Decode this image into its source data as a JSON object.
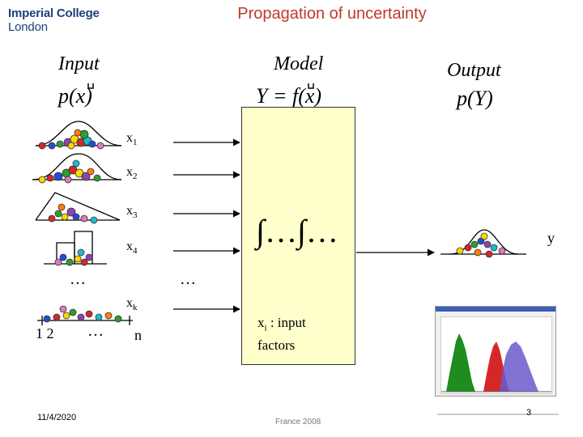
{
  "header": {
    "logo_line1": "Imperial College",
    "logo_line2": "London",
    "title": "Propagation of uncertainty"
  },
  "columns": {
    "input": "Input",
    "model": "Model",
    "output": "Output"
  },
  "formulas": {
    "input": "p(x)",
    "model": "Y = f(x)",
    "output": "p(Y)"
  },
  "inputs": [
    {
      "base": "x",
      "sub": "1"
    },
    {
      "base": "x",
      "sub": "2"
    },
    {
      "base": "x",
      "sub": "3"
    },
    {
      "base": "x",
      "sub": "4"
    },
    {
      "base": "x",
      "sub": "k"
    }
  ],
  "ellipsis": "…",
  "discrete_labels": {
    "first": "1 2",
    "last": "n"
  },
  "model_integral": "∫…∫…",
  "factor_note": {
    "base": "x",
    "sub": "i",
    "line1_rest": " : input",
    "line2": "factors"
  },
  "output_label": "y",
  "colors": {
    "title": "#c0392b",
    "model_fill": "#ffffcc",
    "dot_palette": [
      "#d62728",
      "#2ca02c",
      "#1f4fd6",
      "#ffd700",
      "#8e44ad",
      "#17becf",
      "#ff7f0e",
      "#e377c2"
    ]
  },
  "footer": {
    "date": "11/4/2020",
    "center": "France 2008",
    "page": "3"
  }
}
